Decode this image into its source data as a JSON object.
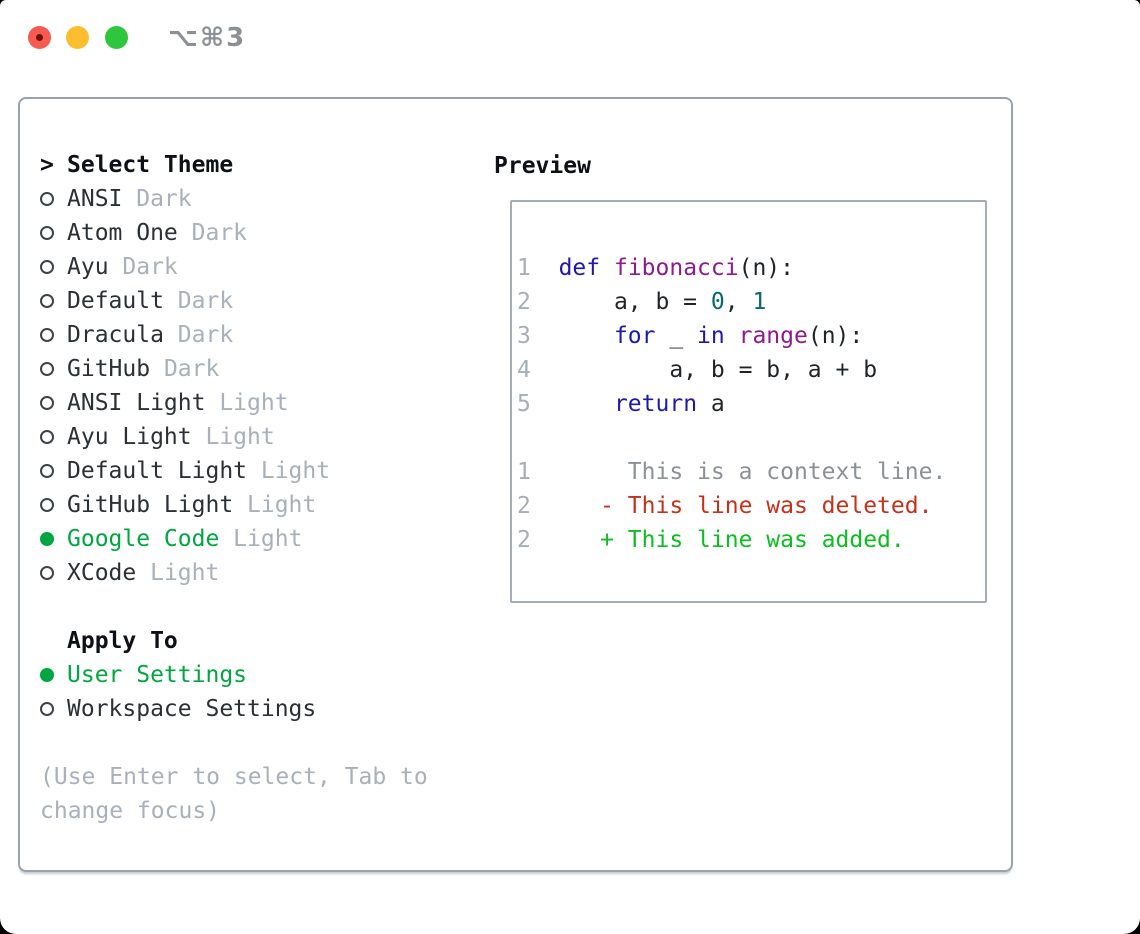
{
  "window": {
    "shortcut": "⌥⌘3"
  },
  "traffic_lights": {
    "close": "#f65a50",
    "minimize": "#fcbe2f",
    "zoom": "#2dc63c",
    "close_inner_dot": "#6b140b"
  },
  "theme_panel": {
    "prompt": ">",
    "title": "Select Theme",
    "items": [
      {
        "name": "ANSI",
        "variant": "Dark",
        "selected": false
      },
      {
        "name": "Atom One",
        "variant": "Dark",
        "selected": false
      },
      {
        "name": "Ayu",
        "variant": "Dark",
        "selected": false
      },
      {
        "name": "Default",
        "variant": "Dark",
        "selected": false
      },
      {
        "name": "Dracula",
        "variant": "Dark",
        "selected": false
      },
      {
        "name": "GitHub",
        "variant": "Dark",
        "selected": false
      },
      {
        "name": "ANSI Light",
        "variant": "Light",
        "selected": false
      },
      {
        "name": "Ayu Light",
        "variant": "Light",
        "selected": false
      },
      {
        "name": "Default Light",
        "variant": "Light",
        "selected": false
      },
      {
        "name": "GitHub Light",
        "variant": "Light",
        "selected": false
      },
      {
        "name": "Google Code",
        "variant": "Light",
        "selected": true
      },
      {
        "name": "XCode",
        "variant": "Light",
        "selected": false
      }
    ],
    "apply_to": {
      "title": "Apply To",
      "options": [
        {
          "name": "User Settings",
          "selected": true
        },
        {
          "name": "Workspace Settings",
          "selected": false
        }
      ]
    },
    "hint_lines": [
      "(Use Enter to select, Tab to",
      "change focus)"
    ]
  },
  "preview": {
    "title": "Preview",
    "lines": [
      [
        {
          "c": "ln",
          "t": "1"
        },
        {
          "c": "pl",
          "t": "  "
        },
        {
          "c": "kw",
          "t": "def"
        },
        {
          "c": "pl",
          "t": " "
        },
        {
          "c": "fn",
          "t": "fibonacci"
        },
        {
          "c": "pl",
          "t": "(n):"
        }
      ],
      [
        {
          "c": "ln",
          "t": "2"
        },
        {
          "c": "pl",
          "t": "      a, b = "
        },
        {
          "c": "num",
          "t": "0"
        },
        {
          "c": "pl",
          "t": ", "
        },
        {
          "c": "num",
          "t": "1"
        }
      ],
      [
        {
          "c": "ln",
          "t": "3"
        },
        {
          "c": "pl",
          "t": "      "
        },
        {
          "c": "kw",
          "t": "for"
        },
        {
          "c": "pl",
          "t": " _ "
        },
        {
          "c": "kw",
          "t": "in"
        },
        {
          "c": "pl",
          "t": " "
        },
        {
          "c": "fn",
          "t": "range"
        },
        {
          "c": "pl",
          "t": "(n):"
        }
      ],
      [
        {
          "c": "ln",
          "t": "4"
        },
        {
          "c": "pl",
          "t": "          a, b = b, a + b"
        }
      ],
      [
        {
          "c": "ln",
          "t": "5"
        },
        {
          "c": "pl",
          "t": "      "
        },
        {
          "c": "kw",
          "t": "return"
        },
        {
          "c": "pl",
          "t": " a"
        }
      ],
      [],
      [
        {
          "c": "ln",
          "t": "1"
        },
        {
          "c": "ctx",
          "t": "       This is a context line."
        }
      ],
      [
        {
          "c": "ln",
          "t": "2"
        },
        {
          "c": "pl",
          "t": "     "
        },
        {
          "c": "del",
          "t": "- This line was deleted."
        }
      ],
      [
        {
          "c": "ln",
          "t": "2"
        },
        {
          "c": "pl",
          "t": "     "
        },
        {
          "c": "add",
          "t": "+ This line was added."
        }
      ]
    ]
  },
  "colors": {
    "keyword": "#1d1aaa",
    "function": "#8d1b8f",
    "literal": "#076a6a",
    "lineno": "#a6aeb9",
    "code": "#1f2428",
    "context": "#8b9199",
    "deleted": "#c3331c",
    "added": "#0bbf1f",
    "green": "#00a63f",
    "muted": "#a8b0bb",
    "text": "#2a3036",
    "header": "#0d1117",
    "border": "#9aa3ad",
    "titlebar": "#8b9096"
  }
}
